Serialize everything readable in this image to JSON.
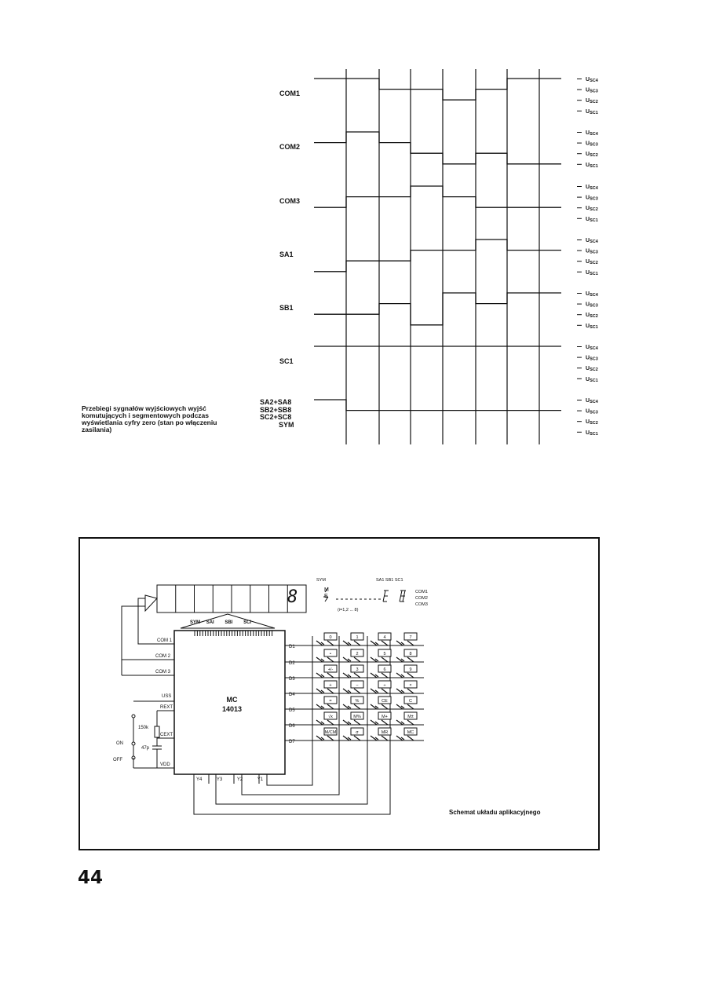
{
  "timing_diagram": {
    "signal_labels": [
      "COM1",
      "COM2",
      "COM3",
      "SA1",
      "SB1",
      "SC1"
    ],
    "group_label_lines": [
      "SA2+SA8",
      "SB2+SB8",
      "SC2+SC8",
      "SYM"
    ],
    "level_prefix": "U",
    "level_suffixes": [
      "SC4",
      "SC3",
      "SC2",
      "SC1"
    ],
    "waveforms": [
      [
        4,
        4,
        3,
        3,
        2,
        3,
        4,
        4
      ],
      [
        3,
        4,
        3,
        2,
        1,
        2,
        1,
        1
      ],
      [
        2,
        3,
        3,
        4,
        3,
        2,
        2,
        2
      ],
      [
        1,
        2,
        2,
        3,
        3,
        4,
        3,
        3
      ],
      [
        2,
        2,
        3,
        1,
        4,
        3,
        4,
        4
      ],
      [
        4,
        4,
        4,
        4,
        4,
        4,
        4,
        4
      ],
      [
        4,
        3,
        3,
        3,
        3,
        3,
        3,
        3
      ]
    ],
    "caption": "Przebiegi sygnałów wyjściowych wyjść komutujących i segmentowych podczas wyświetlania cyfry zero (stan po włączeniu zasilania)"
  },
  "application_schematic": {
    "chip_label_lines": [
      "MC",
      "14013"
    ],
    "left_pins": [
      "COM 1",
      "COM 2",
      "COM 3",
      "USS",
      "REXT",
      "CEXT",
      "VDD"
    ],
    "right_pins": [
      "D1",
      "D2",
      "D3",
      "D4",
      "D5",
      "D6",
      "D7"
    ],
    "bottom_pins": [
      "Y4",
      "Y3",
      "Y2",
      "Y1"
    ],
    "top_pins": [
      "SYM",
      "SAI",
      "SBI",
      "SCI"
    ],
    "resistor_label": "150k",
    "capacitor_label": "47p",
    "switch_labels": [
      "ON",
      "OFF"
    ],
    "display_digit": "8",
    "legend": {
      "sym_label": "SYM",
      "sym_symbols": [
        "M",
        "E"
      ],
      "seg_labels": "SA1 SB1 SC1",
      "com_labels": [
        "COM1",
        "COM2",
        "COM3"
      ],
      "range_note": "(i=1,2 ... 8)"
    },
    "keypad_rows": [
      [
        "0",
        "1",
        "4",
        "7"
      ],
      [
        "•",
        "2",
        "5",
        "8"
      ],
      [
        "+/-",
        "3",
        "6",
        "9"
      ],
      [
        "+",
        "−",
        "÷",
        "×"
      ],
      [
        "=",
        "%",
        "CE",
        "C"
      ],
      [
        "√x",
        "M%",
        "M+",
        "M±"
      ],
      [
        "M/CM",
        "σ",
        "MR",
        "MC"
      ]
    ],
    "caption": "Schemat układu aplikacyjnego"
  },
  "page_number": "44"
}
